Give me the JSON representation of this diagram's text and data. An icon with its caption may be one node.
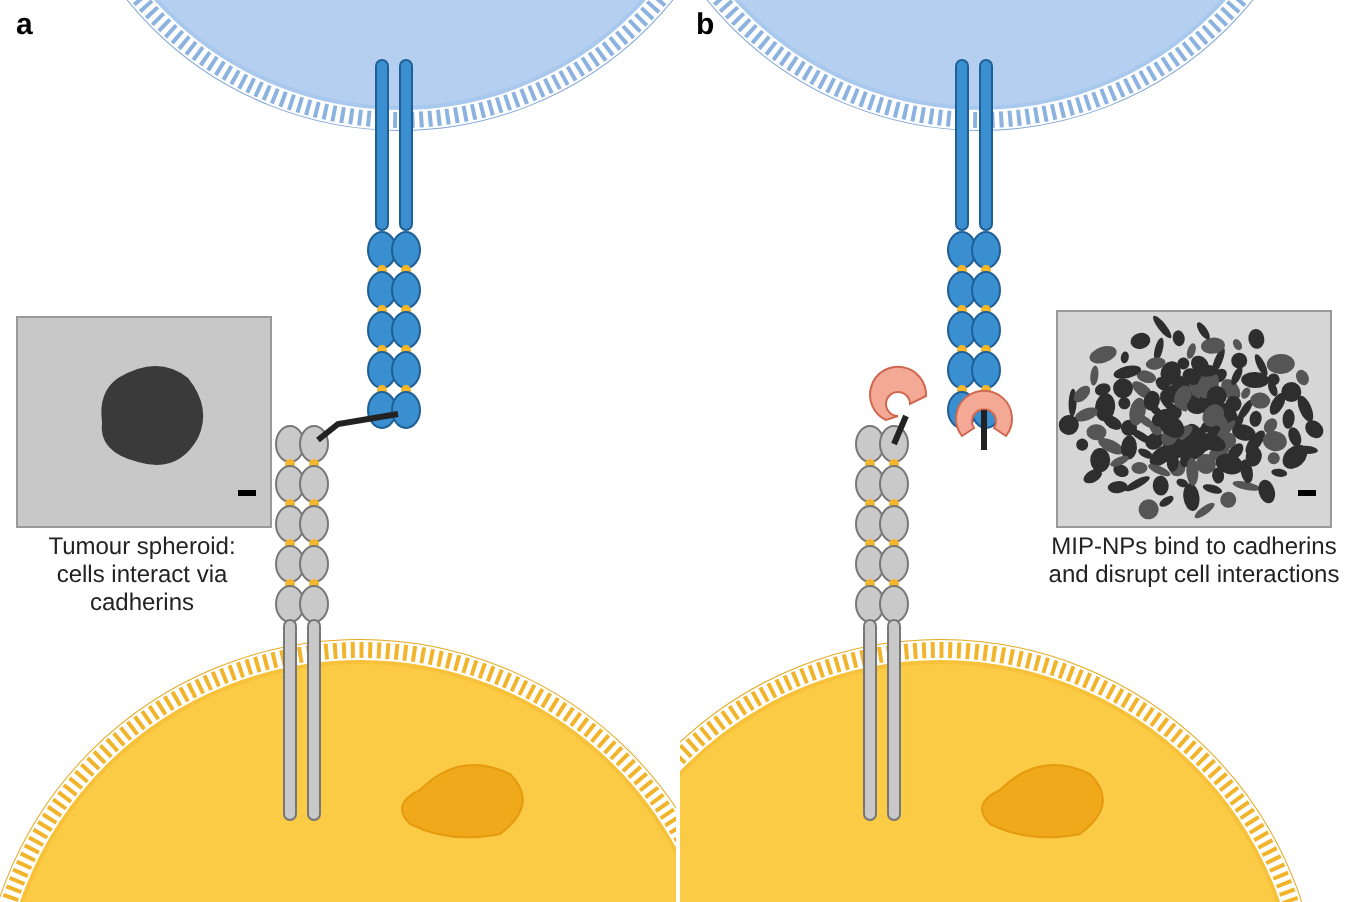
{
  "diagram": {
    "labels": [
      "a",
      "b",
      "Tumour spheroid: cells interact via cadherins",
      "MIP-NPs bind to cadherins and disrupt cell interactions"
    ]
  }
}
